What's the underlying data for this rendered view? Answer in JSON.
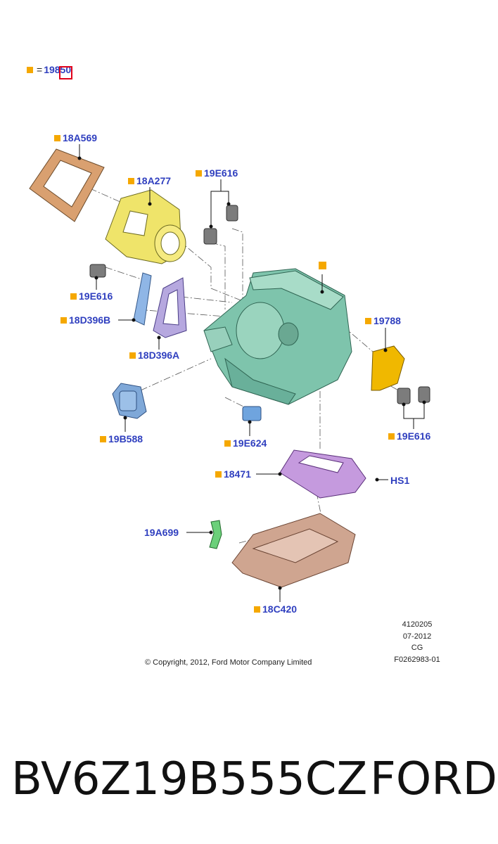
{
  "legend": {
    "symbol": "■",
    "equals": "=",
    "value": "19850"
  },
  "labels": {
    "l18A569": "18A569",
    "l18A277": "18A277",
    "l19E616_top": "19E616",
    "l19E616_left": "19E616",
    "l18D396B": "18D396B",
    "l18D396A": "18D396A",
    "l19788": "19788",
    "l19E616_right": "19E616",
    "l19B588": "19B588",
    "l19E624": "19E624",
    "l18471": "18471",
    "lHS1": "HS1",
    "l19A699": "19A699",
    "l18C420": "18C420"
  },
  "meta": {
    "code": "4120205",
    "date": "07-2012",
    "initials": "CG",
    "ref": "F0262983-01"
  },
  "copyright": "© Copyright, 2012, Ford Motor Company Limited",
  "footer": {
    "part_number": "BV6Z19B555CZ",
    "brand": "FORD"
  },
  "colors": {
    "marker": "#f5a800",
    "label": "#2f3fbf",
    "highlight": "#e0001a"
  }
}
